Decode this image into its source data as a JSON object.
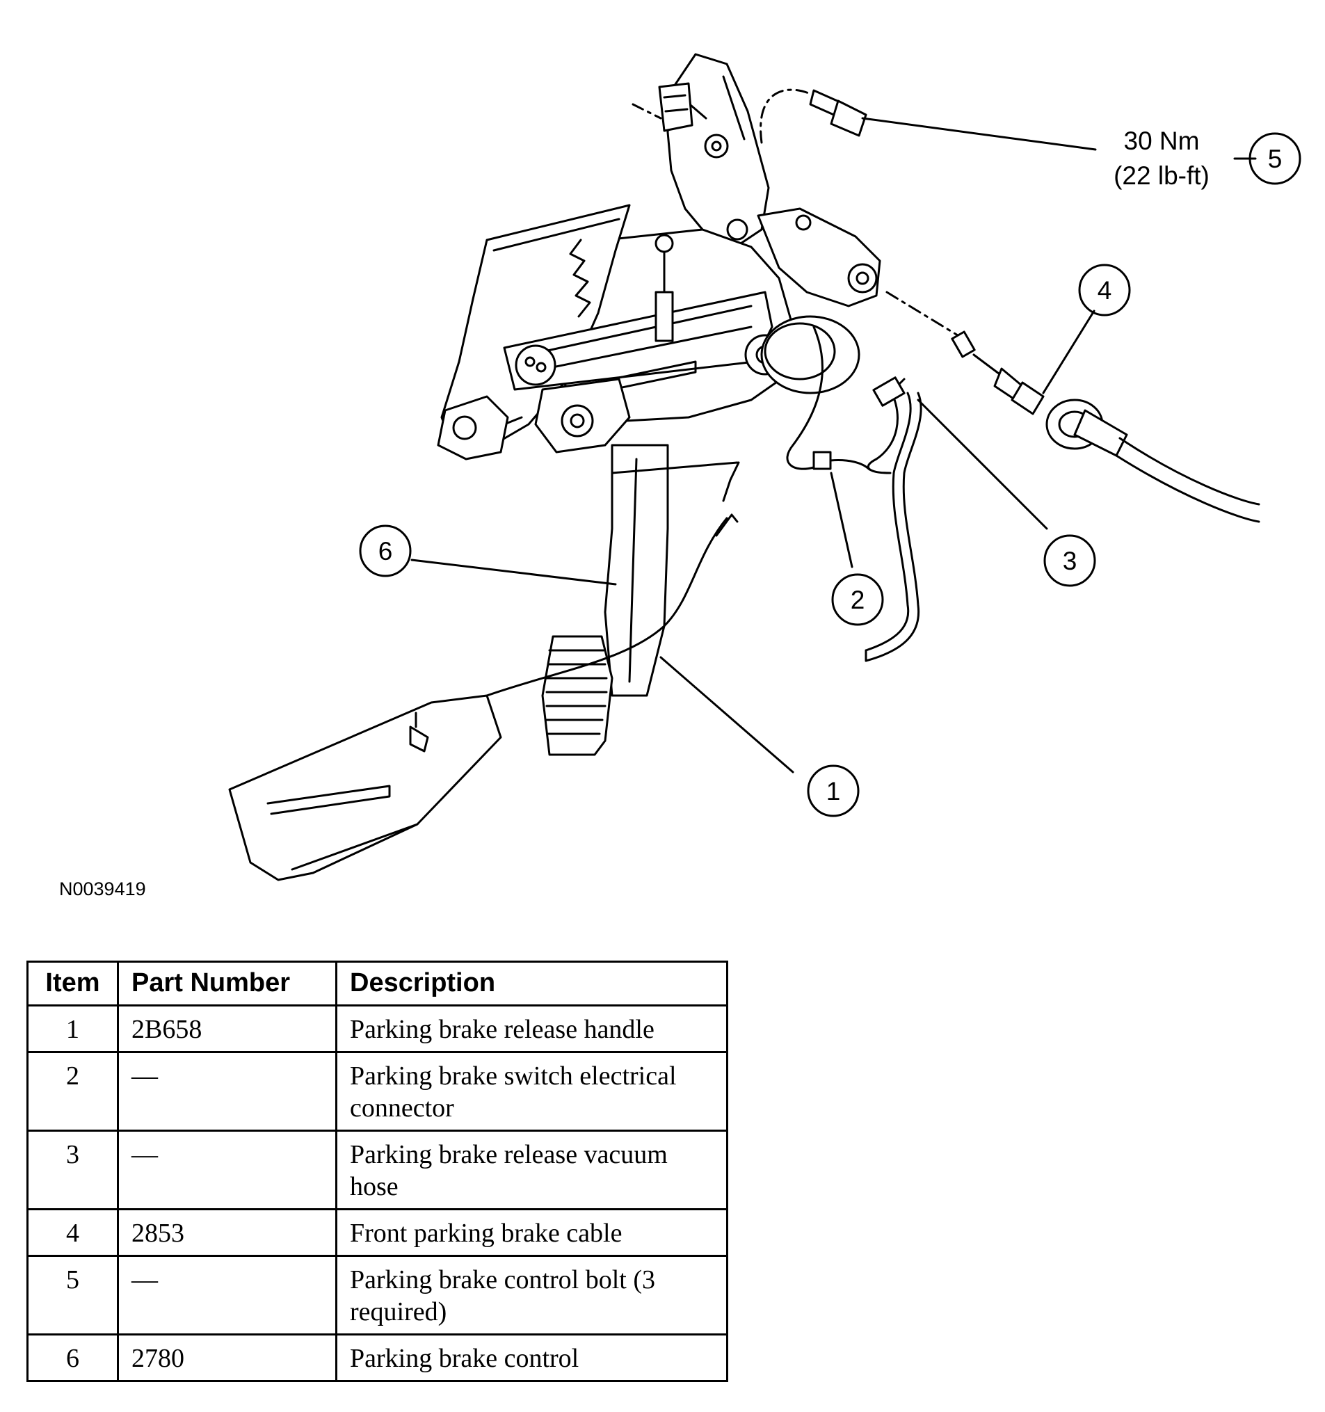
{
  "diagram": {
    "figure_code": "N0039419",
    "torque_spec": {
      "line1": "30 Nm",
      "line2": "(22 lb-ft)"
    },
    "callouts": [
      "1",
      "2",
      "3",
      "4",
      "5",
      "6"
    ]
  },
  "table": {
    "headers": {
      "item": "Item",
      "part_number": "Part Number",
      "description": "Description"
    },
    "rows": [
      {
        "item": "1",
        "part_number": "2B658",
        "description": "Parking brake release handle"
      },
      {
        "item": "2",
        "part_number": "—",
        "description": "Parking brake switch electrical connector"
      },
      {
        "item": "3",
        "part_number": "—",
        "description": "Parking brake release vacuum hose"
      },
      {
        "item": "4",
        "part_number": "2853",
        "description": "Front parking brake cable"
      },
      {
        "item": "5",
        "part_number": "—",
        "description": "Parking brake control bolt (3 required)"
      },
      {
        "item": "6",
        "part_number": "2780",
        "description": "Parking brake control"
      }
    ]
  }
}
